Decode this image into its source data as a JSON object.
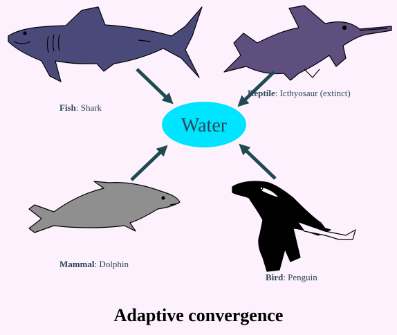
{
  "title": "Adaptive convergence",
  "center": {
    "label": "Water",
    "color": "#00e5ff",
    "text_color": "#2b4657"
  },
  "arrow_color": "#1f4a52",
  "animals": [
    {
      "id": "shark",
      "category": "Fish",
      "name": "Shark",
      "color": "#4a4a7a",
      "icon": "shark-icon"
    },
    {
      "id": "icthyosaur",
      "category": "Reptile",
      "name": "Icthyosaur (extinct)",
      "color": "#5e4f7e",
      "icon": "icthyosaur-icon"
    },
    {
      "id": "dolphin",
      "category": "Mammal",
      "name": "Dolphin",
      "color": "#8f8f8f",
      "icon": "dolphin-icon"
    },
    {
      "id": "penguin",
      "category": "Bird",
      "name": "Penguin",
      "color": "#000000",
      "icon": "penguin-icon"
    }
  ]
}
